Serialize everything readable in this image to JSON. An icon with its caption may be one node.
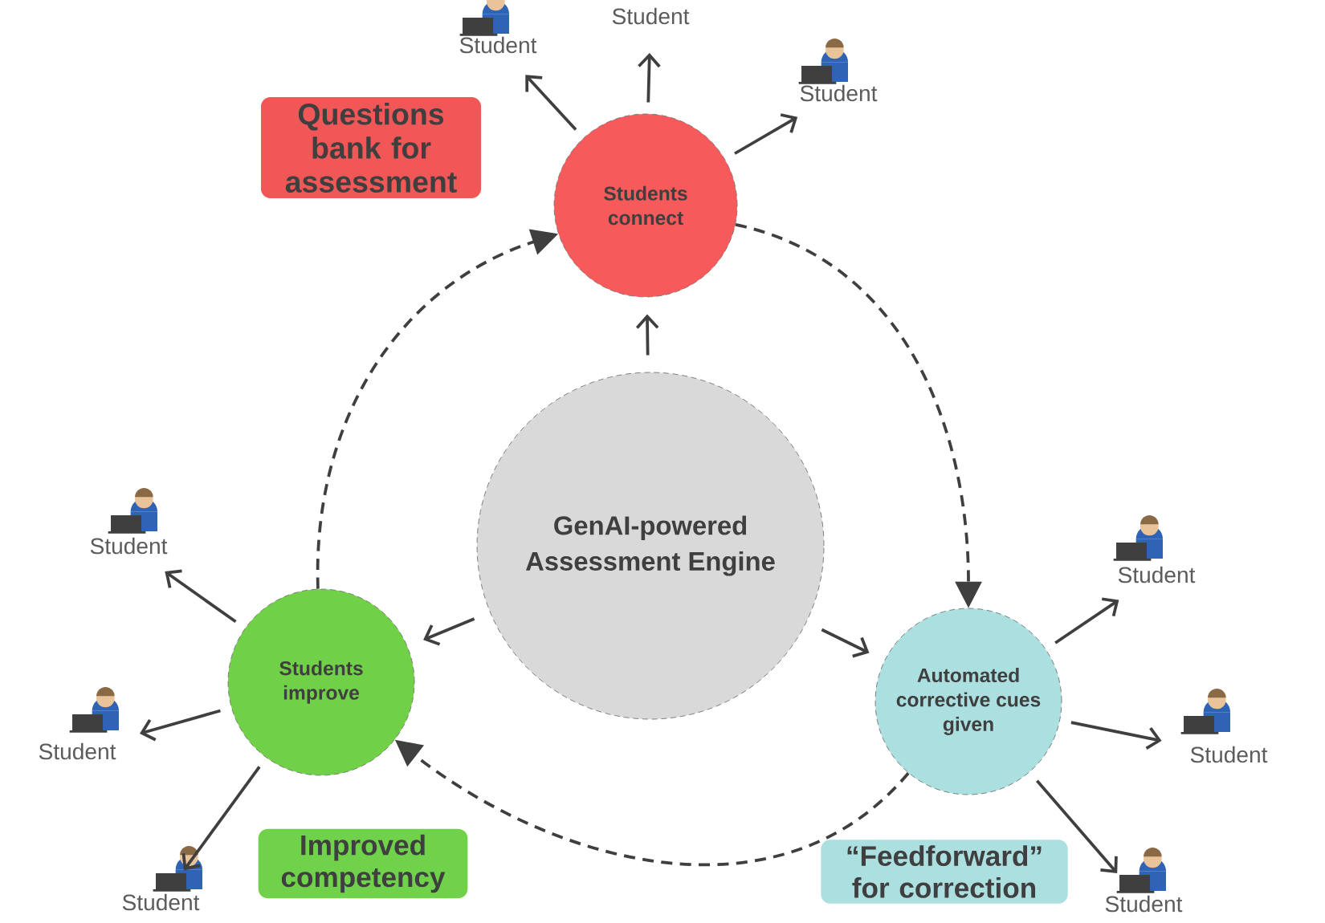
{
  "diagram": {
    "nodes": [
      {
        "text": [
          "Questions bank for assessment"
        ]
      },
      {
        "text": [
          "Students connect"
        ]
      },
      {
        "text": [
          "GenAI-powered Assessment Engine"
        ]
      },
      {
        "text": [
          "Students improve"
        ]
      },
      {
        "text": [
          "Automated corrective cues given"
        ]
      },
      {
        "text": [
          "Improved competency"
        ]
      },
      {
        "text": [
          "“Feedforward” for correction"
        ]
      },
      {
        "text": [
          "Student"
        ]
      },
      {
        "text": [
          "Student"
        ]
      },
      {
        "text": [
          "Student"
        ]
      },
      {
        "text": [
          "Student"
        ]
      },
      {
        "text": [
          "Student"
        ]
      },
      {
        "text": [
          "Student"
        ]
      },
      {
        "text": [
          "Student"
        ]
      },
      {
        "text": [
          "Student"
        ]
      },
      {
        "text": [
          "Student"
        ]
      }
    ],
    "edges": [
      {
        "from": 2,
        "to": 1,
        "arrow": "to"
      },
      {
        "from": 2,
        "to": 3,
        "arrow": "to"
      },
      {
        "from": 2,
        "to": 4,
        "arrow": "to"
      },
      {
        "from": 1,
        "to": 7,
        "arrow": "to"
      },
      {
        "from": 1,
        "to": 8,
        "arrow": "to"
      },
      {
        "from": 1,
        "to": 9,
        "arrow": "to"
      },
      {
        "from": 3,
        "to": 10,
        "arrow": "to"
      },
      {
        "from": 3,
        "to": 11,
        "arrow": "to"
      },
      {
        "from": 3,
        "to": 12,
        "arrow": "to"
      },
      {
        "from": 4,
        "to": 13,
        "arrow": "to"
      },
      {
        "from": 4,
        "to": 14,
        "arrow": "to"
      },
      {
        "from": 4,
        "to": 15,
        "arrow": "to"
      },
      {
        "from": 3,
        "to": 1,
        "arrow": "to",
        "style": "dashed"
      },
      {
        "from": 1,
        "to": 4,
        "arrow": "to",
        "style": "dashed"
      },
      {
        "from": 4,
        "to": 3,
        "arrow": "to",
        "style": "dashed"
      }
    ]
  }
}
